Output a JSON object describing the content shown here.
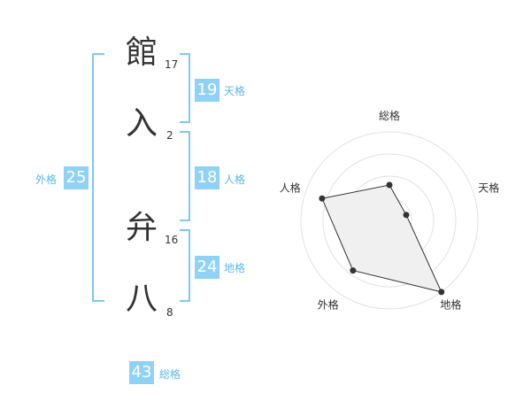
{
  "name": {
    "chars": [
      {
        "char": "館",
        "strokes": "17"
      },
      {
        "char": "入",
        "strokes": "2"
      },
      {
        "char": "弁",
        "strokes": "16"
      },
      {
        "char": "八",
        "strokes": "8"
      }
    ]
  },
  "fortunes": {
    "tenkaku": {
      "value": "19",
      "label": "天格"
    },
    "jinkaku": {
      "value": "18",
      "label": "人格"
    },
    "chikaku": {
      "value": "24",
      "label": "地格"
    },
    "gaikaku": {
      "value": "25",
      "label": "外格"
    },
    "soukaku": {
      "value": "43",
      "label": "総格"
    }
  },
  "chart_data": {
    "type": "radar",
    "axes": [
      "総格",
      "天格",
      "地格",
      "外格",
      "人格"
    ],
    "values": [
      0.4,
      0.2,
      1.0,
      0.7,
      0.8
    ],
    "max": 1.0,
    "rings": 4,
    "fill_color": "#f0f0f0",
    "line_color": "#333333",
    "grid_color": "#e2e2e2"
  }
}
